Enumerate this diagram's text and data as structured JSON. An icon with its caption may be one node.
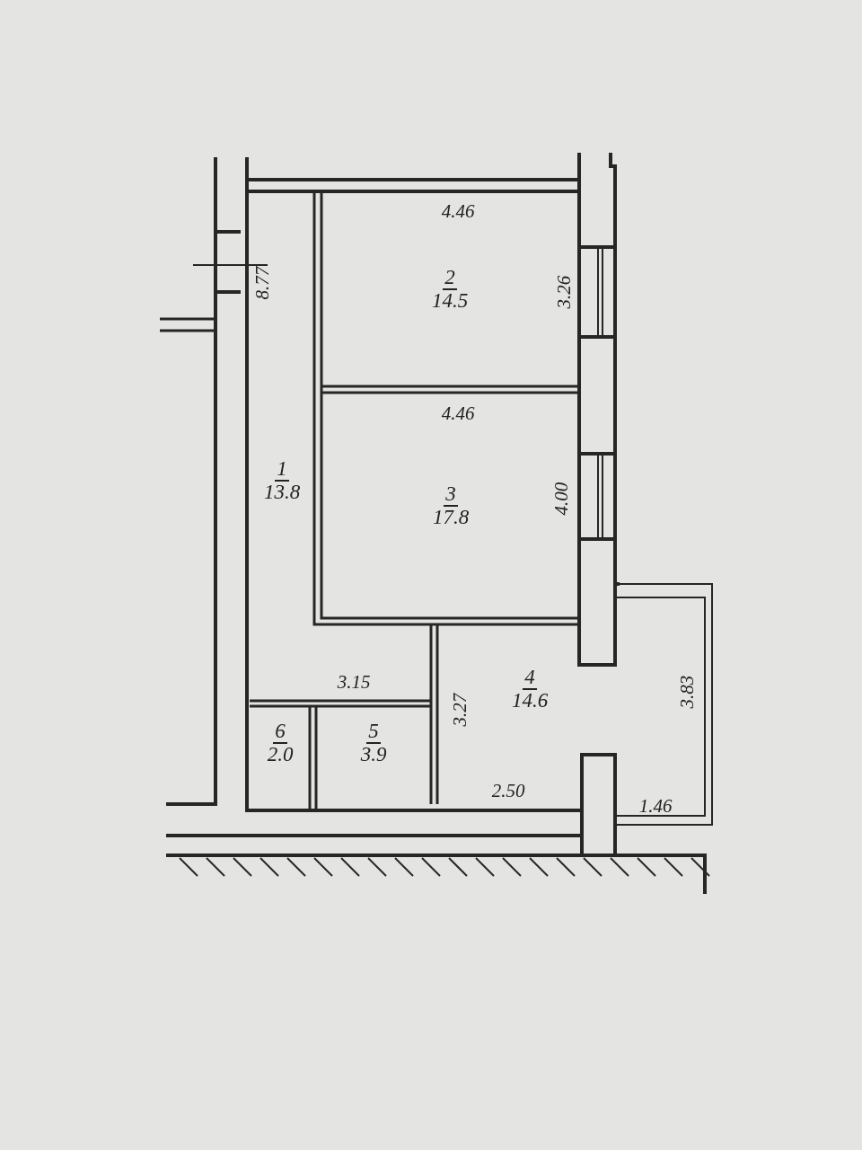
{
  "diagram": {
    "nodes": [
      {
        "text": [
          "1",
          "13.8"
        ]
      },
      {
        "text": [
          "2",
          "14.5"
        ]
      },
      {
        "text": [
          "3",
          "17.8"
        ]
      },
      {
        "text": [
          "4",
          "14.6"
        ]
      },
      {
        "text": [
          "5",
          "3.9"
        ]
      },
      {
        "text": [
          "6",
          "2.0"
        ]
      }
    ],
    "edges": [],
    "labels": [
      "4.46",
      "8.77",
      "3.26",
      "4.46",
      "4.00",
      "3.15",
      "3.27",
      "3.83",
      "2.50",
      "1.46"
    ]
  }
}
